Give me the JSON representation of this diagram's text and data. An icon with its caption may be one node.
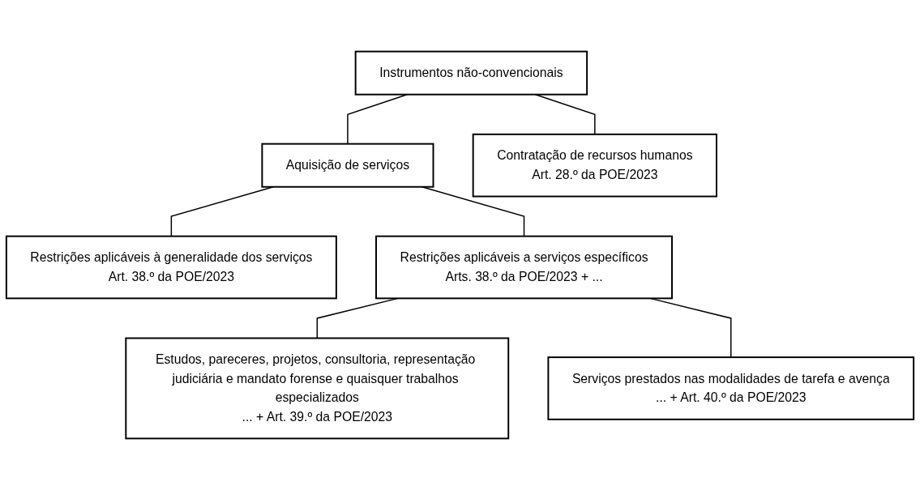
{
  "diagram": {
    "nodes": [
      {
        "text": [
          "Instrumentos não-convencionais"
        ]
      },
      {
        "text": [
          "Aquisição de serviços"
        ]
      },
      {
        "text": [
          "Contratação de recursos humanos",
          "Art. 28.º da POE/2023"
        ]
      },
      {
        "text": [
          "Restrições aplicáveis à generalidade dos serviços",
          "Art. 38.º da POE/2023"
        ]
      },
      {
        "text": [
          "Restrições aplicáveis a serviços específicos",
          "Arts. 38.º da POE/2023 + ..."
        ]
      },
      {
        "text": [
          "Estudos, pareceres, projetos, consultoria, representação judiciária e mandato forense e quaisquer trabalhos especializados",
          "... + Art. 39.º da POE/2023"
        ]
      },
      {
        "text": [
          "Serviços prestados nas modalidades de tarefa e avença",
          "... + Art. 40.º da POE/2023"
        ]
      }
    ],
    "edges": [
      {
        "from": 0,
        "to": 1,
        "arrow": "none"
      },
      {
        "from": 0,
        "to": 2,
        "arrow": "none"
      },
      {
        "from": 1,
        "to": 3,
        "arrow": "none"
      },
      {
        "from": 1,
        "to": 4,
        "arrow": "none"
      },
      {
        "from": 4,
        "to": 5,
        "arrow": "none"
      },
      {
        "from": 4,
        "to": 6,
        "arrow": "none"
      }
    ]
  }
}
